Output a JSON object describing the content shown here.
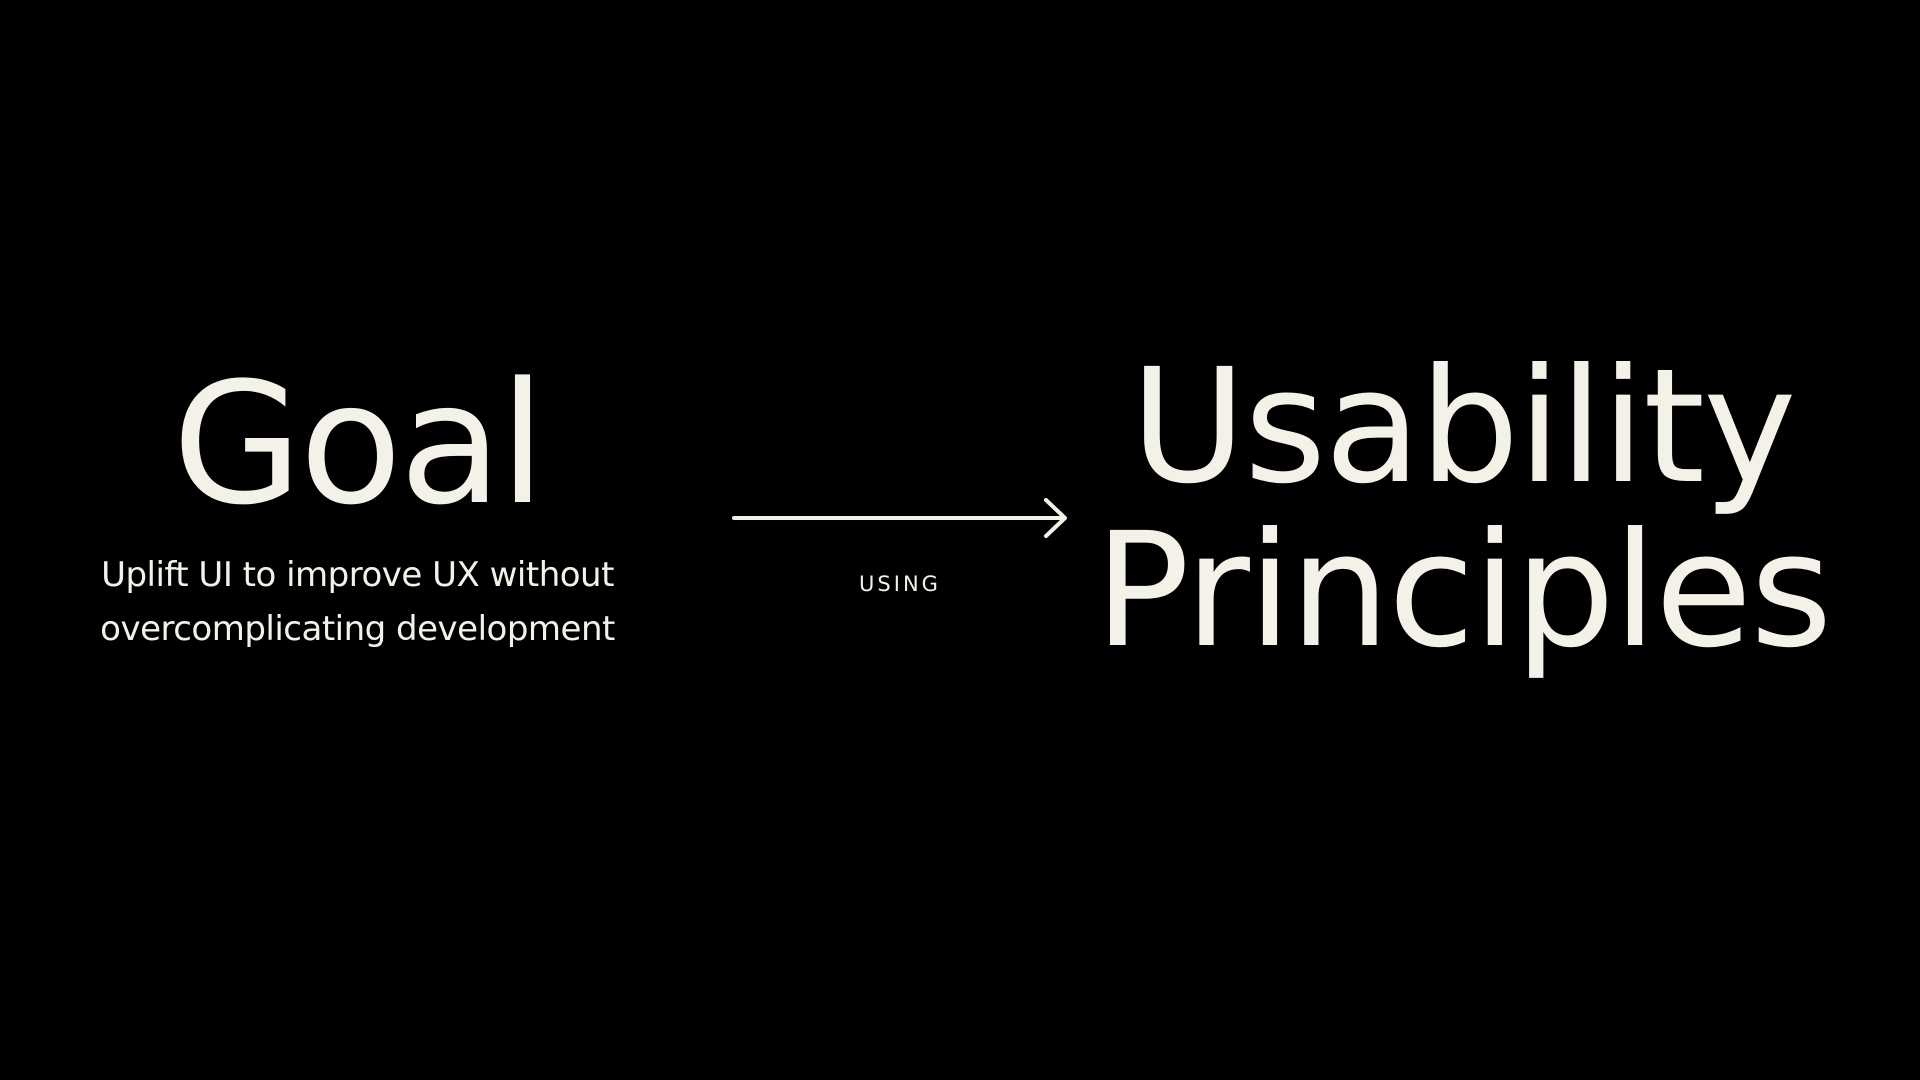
{
  "slide": {
    "goal": {
      "title": "Goal",
      "subtitle_line1": "Uplift UI to improve UX without",
      "subtitle_line2": "overcomplicating development"
    },
    "connector": {
      "label": "USING",
      "icon": "arrow-right-icon"
    },
    "target": {
      "title_line1": "Usability",
      "title_line2": "Principles"
    },
    "colors": {
      "background": "#000000",
      "text": "#f4f1e8"
    }
  }
}
